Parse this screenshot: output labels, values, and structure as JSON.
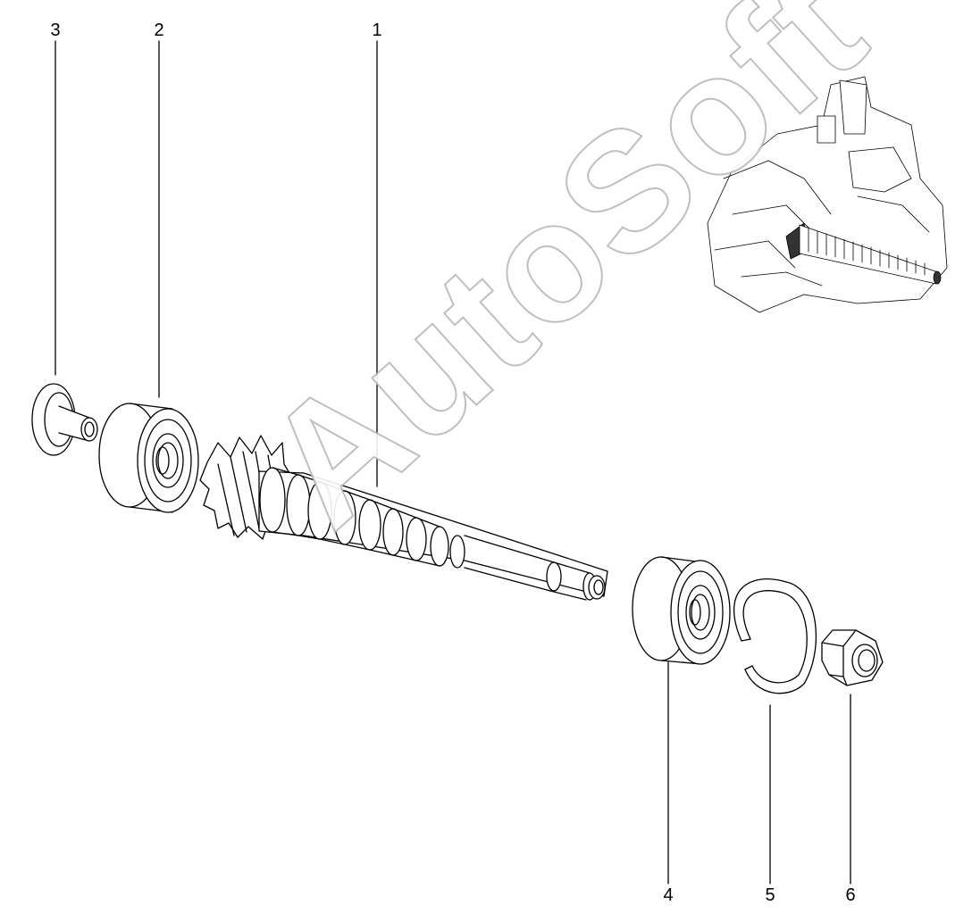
{
  "callouts": {
    "c1": "1",
    "c2": "2",
    "c3": "3",
    "c4": "4",
    "c5": "5",
    "c6": "6"
  },
  "watermark": "AutoSoft",
  "colors": {
    "line": "#000000",
    "watermark_outline": "#b9b9b9",
    "background": "#ffffff"
  }
}
